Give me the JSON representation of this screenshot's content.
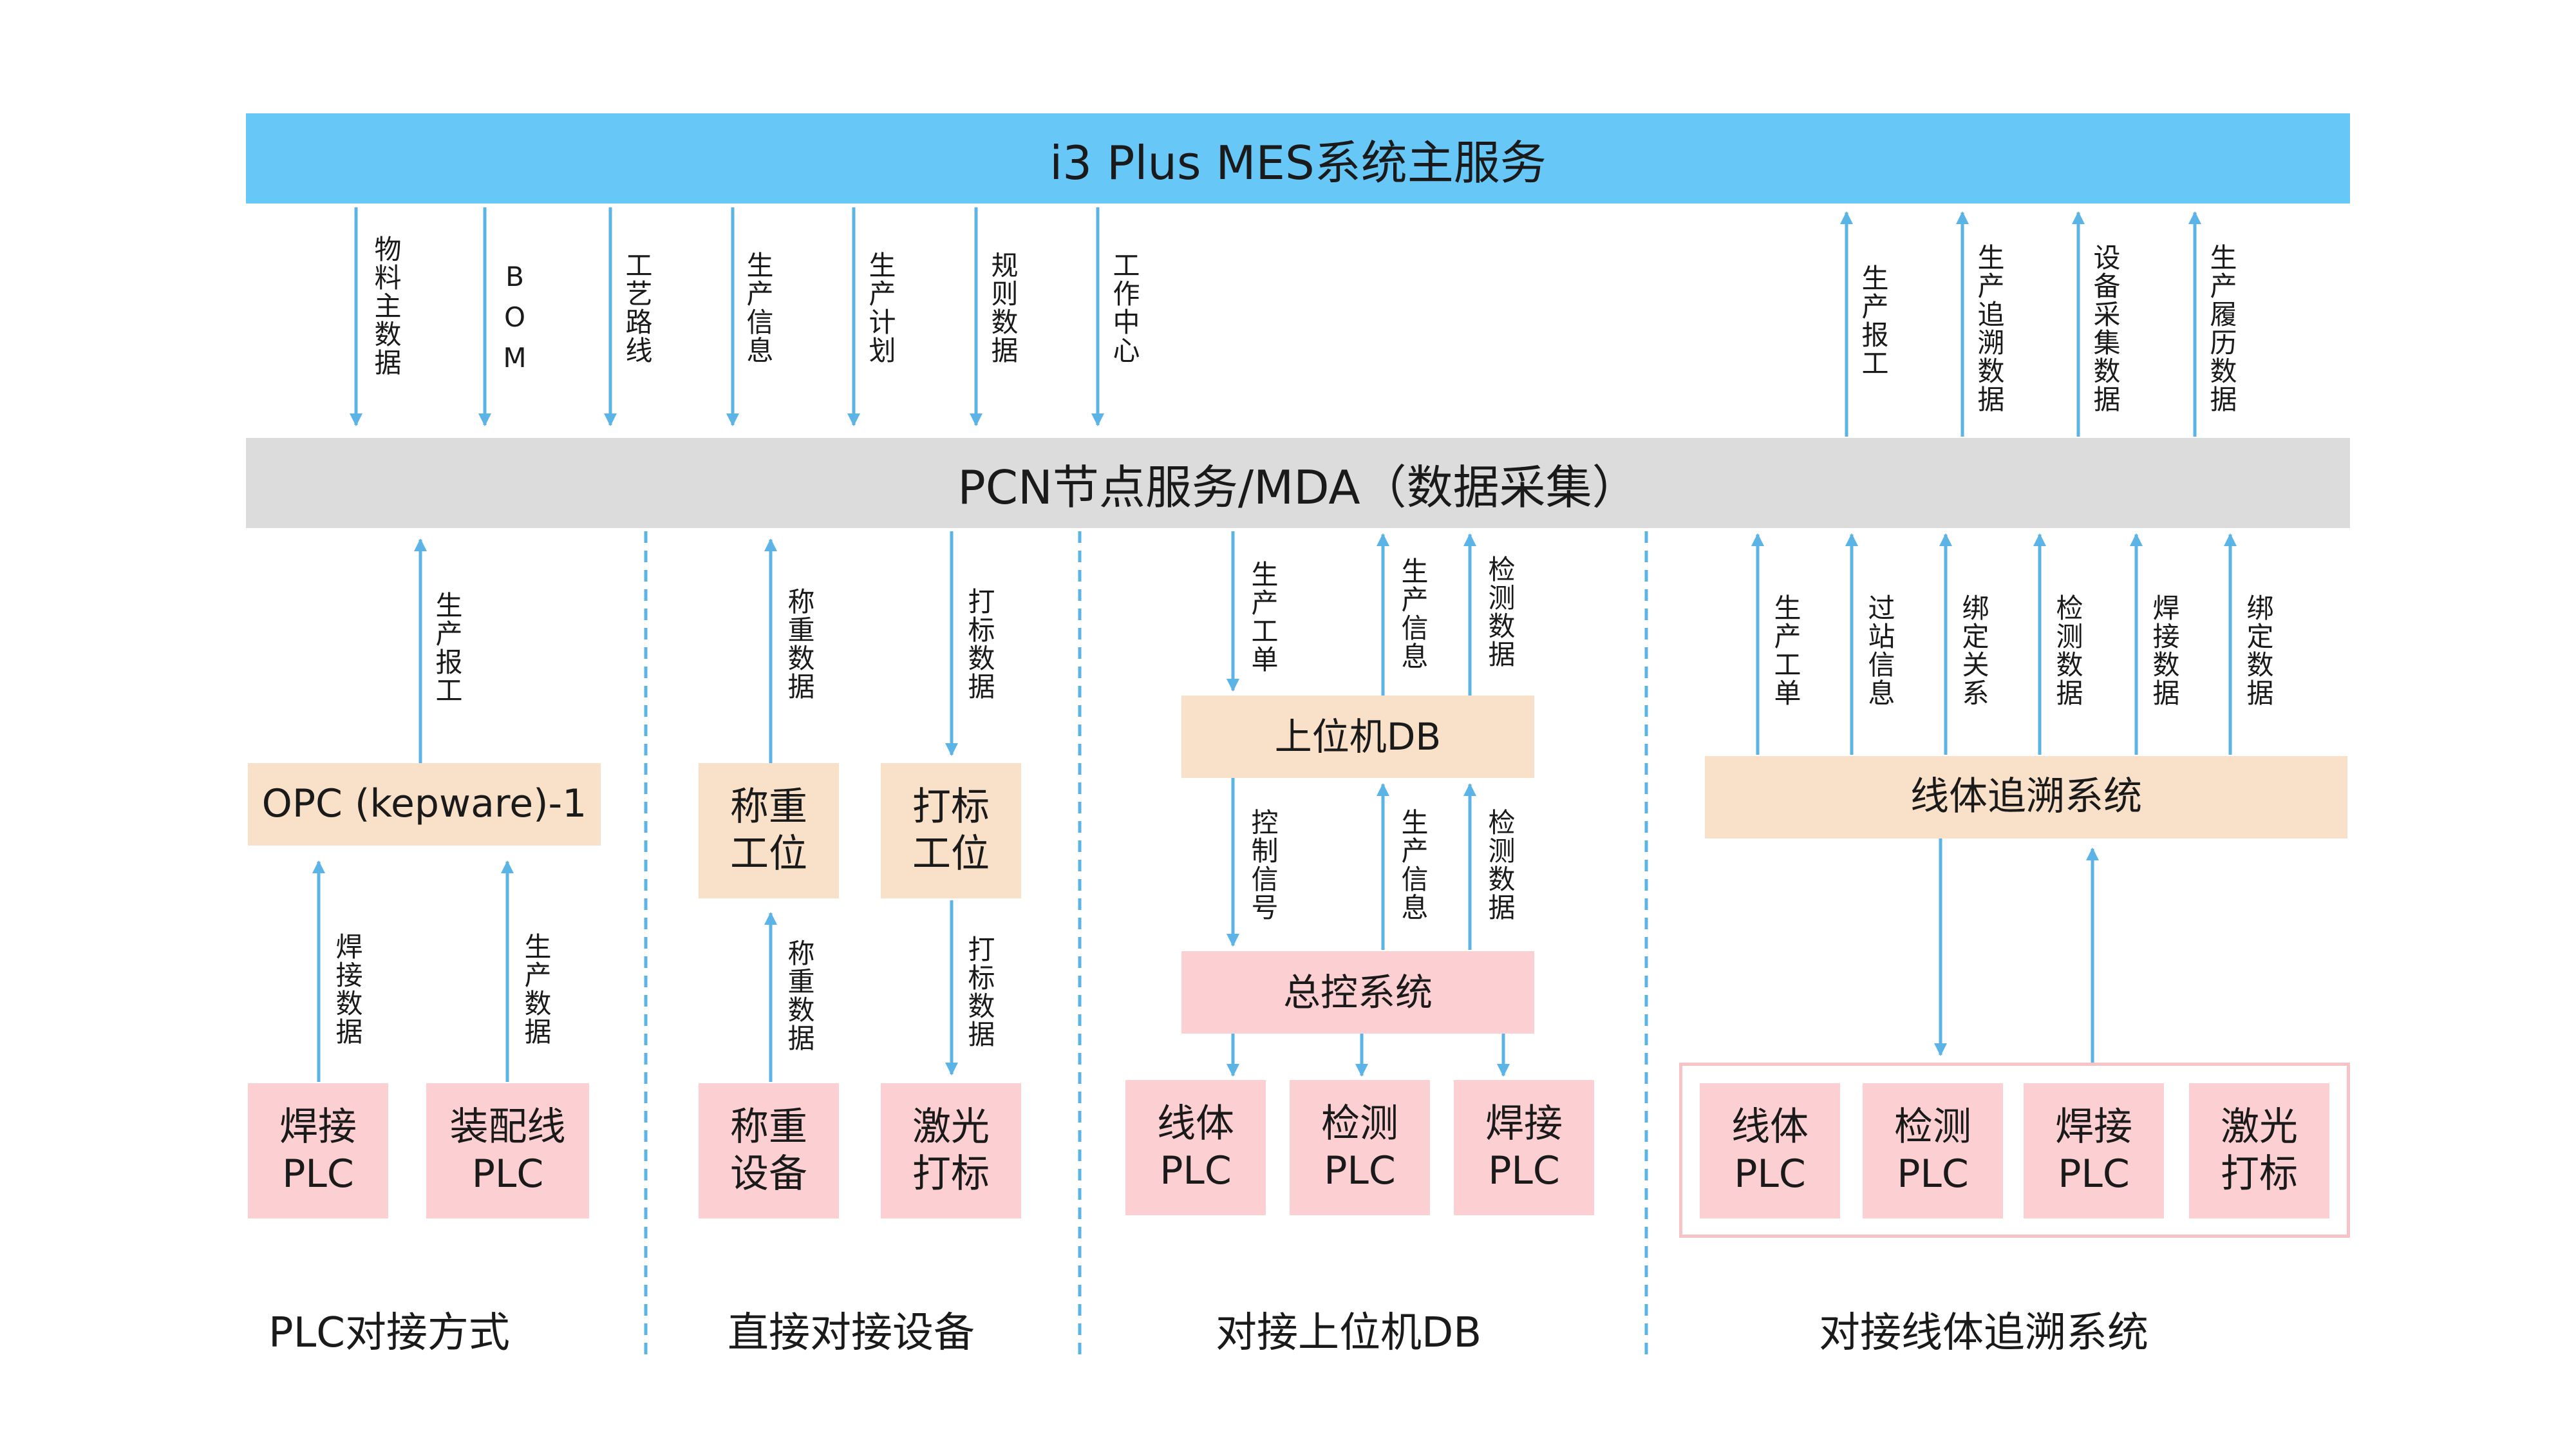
{
  "top_bar": {
    "title": "i3 Plus MES系统主服务"
  },
  "middle_bar": {
    "title": "PCN节点服务/MDA（数据采集）"
  },
  "downlinks": [
    "物料主数据",
    "BOM",
    "工艺路线",
    "生产信息",
    "生产计划",
    "规则数据",
    "工作中心"
  ],
  "uplinks": [
    "生产报工",
    "生产追溯数据",
    "设备采集数据",
    "生产履历数据"
  ],
  "sections": {
    "plc": {
      "label": "PLC对接方式",
      "opc_box": "OPC (kepware)-1",
      "opc_up": "生产报工",
      "flows": [
        "焊接数据",
        "生产数据"
      ],
      "devices": [
        "焊接\nPLC",
        "装配线\nPLC"
      ]
    },
    "direct": {
      "label": "直接对接设备",
      "stations": [
        "称重\n工位",
        "打标\n工位"
      ],
      "upper_flows": [
        "称重数据",
        "打标数据"
      ],
      "lower_flows": [
        "称重数据",
        "打标数据"
      ],
      "devices": [
        "称重\n设备",
        "激光\n打标"
      ]
    },
    "hostdb": {
      "label": "对接上位机DB",
      "db_box": "上位机DB",
      "control_box": "总控系统",
      "upper_flows": [
        "生产工单",
        "生产信息",
        "检测数据"
      ],
      "lower_flows": [
        "控制信号",
        "生产信息",
        "检测数据"
      ],
      "devices": [
        "线体\nPLC",
        "检测\nPLC",
        "焊接\nPLC"
      ]
    },
    "trace": {
      "label": "对接线体追溯系统",
      "trace_box": "线体追溯系统",
      "flows": [
        "生产工单",
        "过站信息",
        "绑定关系",
        "检测数据",
        "焊接数据",
        "绑定数据"
      ],
      "devices": [
        "线体\nPLC",
        "检测\nPLC",
        "焊接\nPLC",
        "激光\n打标"
      ]
    }
  },
  "colors": {
    "top_bar": "#67c8f8",
    "middle_bar": "#dcdcdc",
    "peach_box": "#f9e1c9",
    "pink_box": "#fcd0d2",
    "arrow": "#5cb3e6",
    "divider": "#5cb3e6"
  }
}
